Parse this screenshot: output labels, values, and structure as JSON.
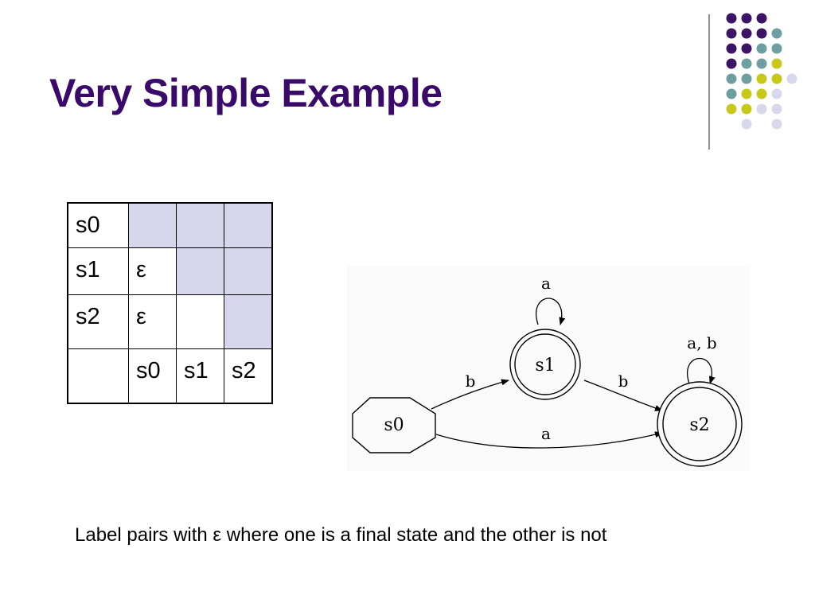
{
  "slide": {
    "title": "Very Simple Example",
    "caption": "Label pairs with ε where one is a final state and the other is not"
  },
  "matrix": {
    "rows": [
      {
        "header": "s0",
        "cells": [
          "",
          "",
          ""
        ]
      },
      {
        "header": "s1",
        "cells": [
          "ε",
          "",
          ""
        ]
      },
      {
        "header": "s2",
        "cells": [
          "ε",
          "",
          ""
        ]
      },
      {
        "header": "",
        "cells": [
          "s0",
          "s1",
          "s2"
        ]
      }
    ],
    "shaded_color": "#d6d6ec"
  },
  "automaton": {
    "states": [
      {
        "id": "s0",
        "label": "s0",
        "shape": "octagon",
        "start": true
      },
      {
        "id": "s1",
        "label": "s1",
        "shape": "double-circle",
        "final": true
      },
      {
        "id": "s2",
        "label": "s2",
        "shape": "double-circle",
        "final": true
      }
    ],
    "transitions": [
      {
        "from": "s0",
        "to": "s1",
        "label": "b"
      },
      {
        "from": "s0",
        "to": "s2",
        "label": "a"
      },
      {
        "from": "s1",
        "to": "s1",
        "label": "a"
      },
      {
        "from": "s1",
        "to": "s2",
        "label": "b"
      },
      {
        "from": "s2",
        "to": "s2",
        "label": "a, b"
      }
    ]
  },
  "theme": {
    "title_color": "#3a0a6a",
    "dot_purple": "#3c1466",
    "dot_teal": "#6e9ea0",
    "dot_yellow": "#c8c81a",
    "dot_lavender": "#d8d8ec"
  }
}
